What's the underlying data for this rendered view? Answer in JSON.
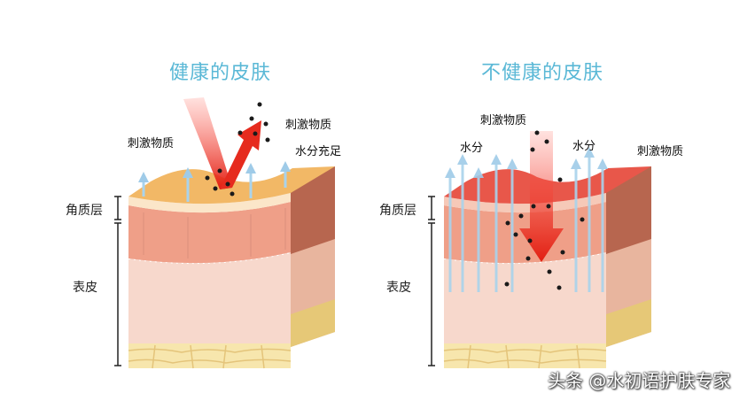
{
  "panels": [
    {
      "title": "健康的皮肤",
      "labels": {
        "stimulus_left": "刺激物质",
        "stimulus_right": "刺激物质",
        "water_sufficient": "水分充足"
      },
      "layers": {
        "stratum_corneum": "角质层",
        "epidermis": "表皮"
      }
    },
    {
      "title": "不健康的皮肤",
      "labels": {
        "stimulus_top": "刺激物质",
        "water_left": "水分",
        "water_right": "水分",
        "stimulus_right": "刺激物质"
      },
      "layers": {
        "stratum_corneum": "角质层",
        "epidermis": "表皮"
      }
    }
  ],
  "watermark": "头条 @水初语护肤专家",
  "colors": {
    "title": "#5ab8d6",
    "healthy_top": "#f2b866",
    "unhealthy_top": "#e8574a",
    "epidermis_pink": "#f5d2c4",
    "dermis_band": "#ee9c86",
    "fat_yellow": "#f6e2a0",
    "arrow_blue": "#a9d3ec",
    "stimulus_red": "#e62b1e"
  }
}
